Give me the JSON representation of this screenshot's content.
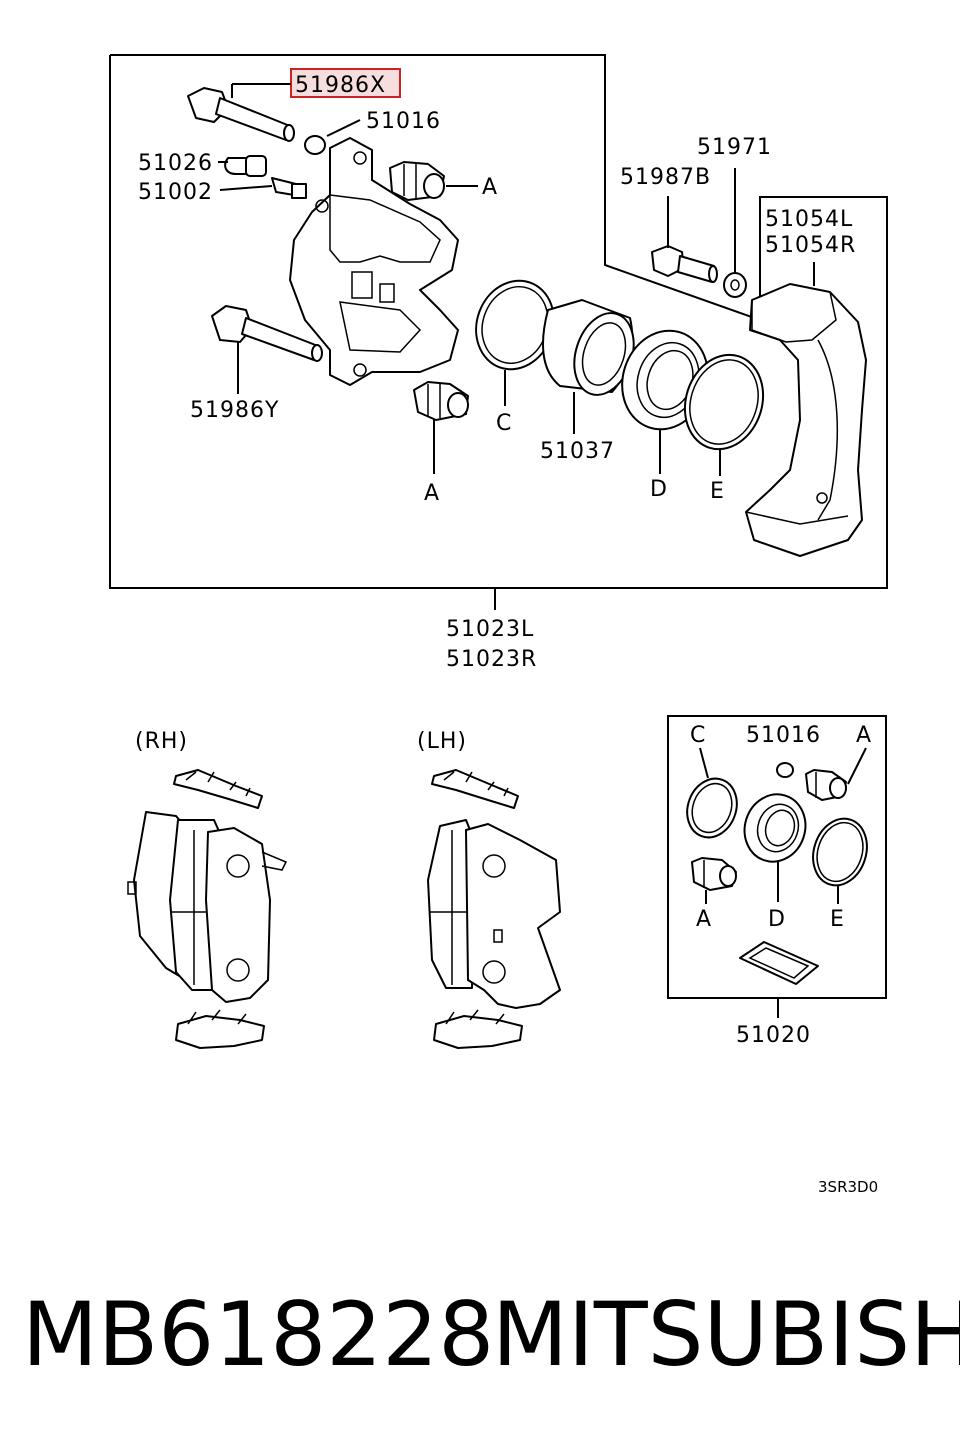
{
  "diagram": {
    "highlight_color": "#cc2222",
    "highlight_fill": "#f6dede",
    "main_labels": {
      "highlighted": "51986X",
      "bolt_pin_cap": "51016",
      "cap": "51026",
      "bleeder": "51002",
      "boot_a_top": "A",
      "lower_pin": "51986Y",
      "boot_a_bottom": "A",
      "ring_c": "C",
      "piston": "51037",
      "seal_d": "D",
      "ring_e": "E",
      "washer": "51971",
      "bolt": "51987B",
      "bracket_l": "51054L",
      "bracket_r": "51054R",
      "assembly_l": "51023L",
      "assembly_r": "51023R"
    },
    "pads": {
      "rh_label": "(RH)",
      "lh_label": "(LH)"
    },
    "kit": {
      "c": "C",
      "cap": "51016",
      "a_top": "A",
      "a_bottom": "A",
      "d": "D",
      "e": "E",
      "kit_number": "51020"
    },
    "figure_code": "3SR3D0"
  },
  "footer": {
    "part_number": "MB618228",
    "brand": "MITSUBISHI"
  }
}
